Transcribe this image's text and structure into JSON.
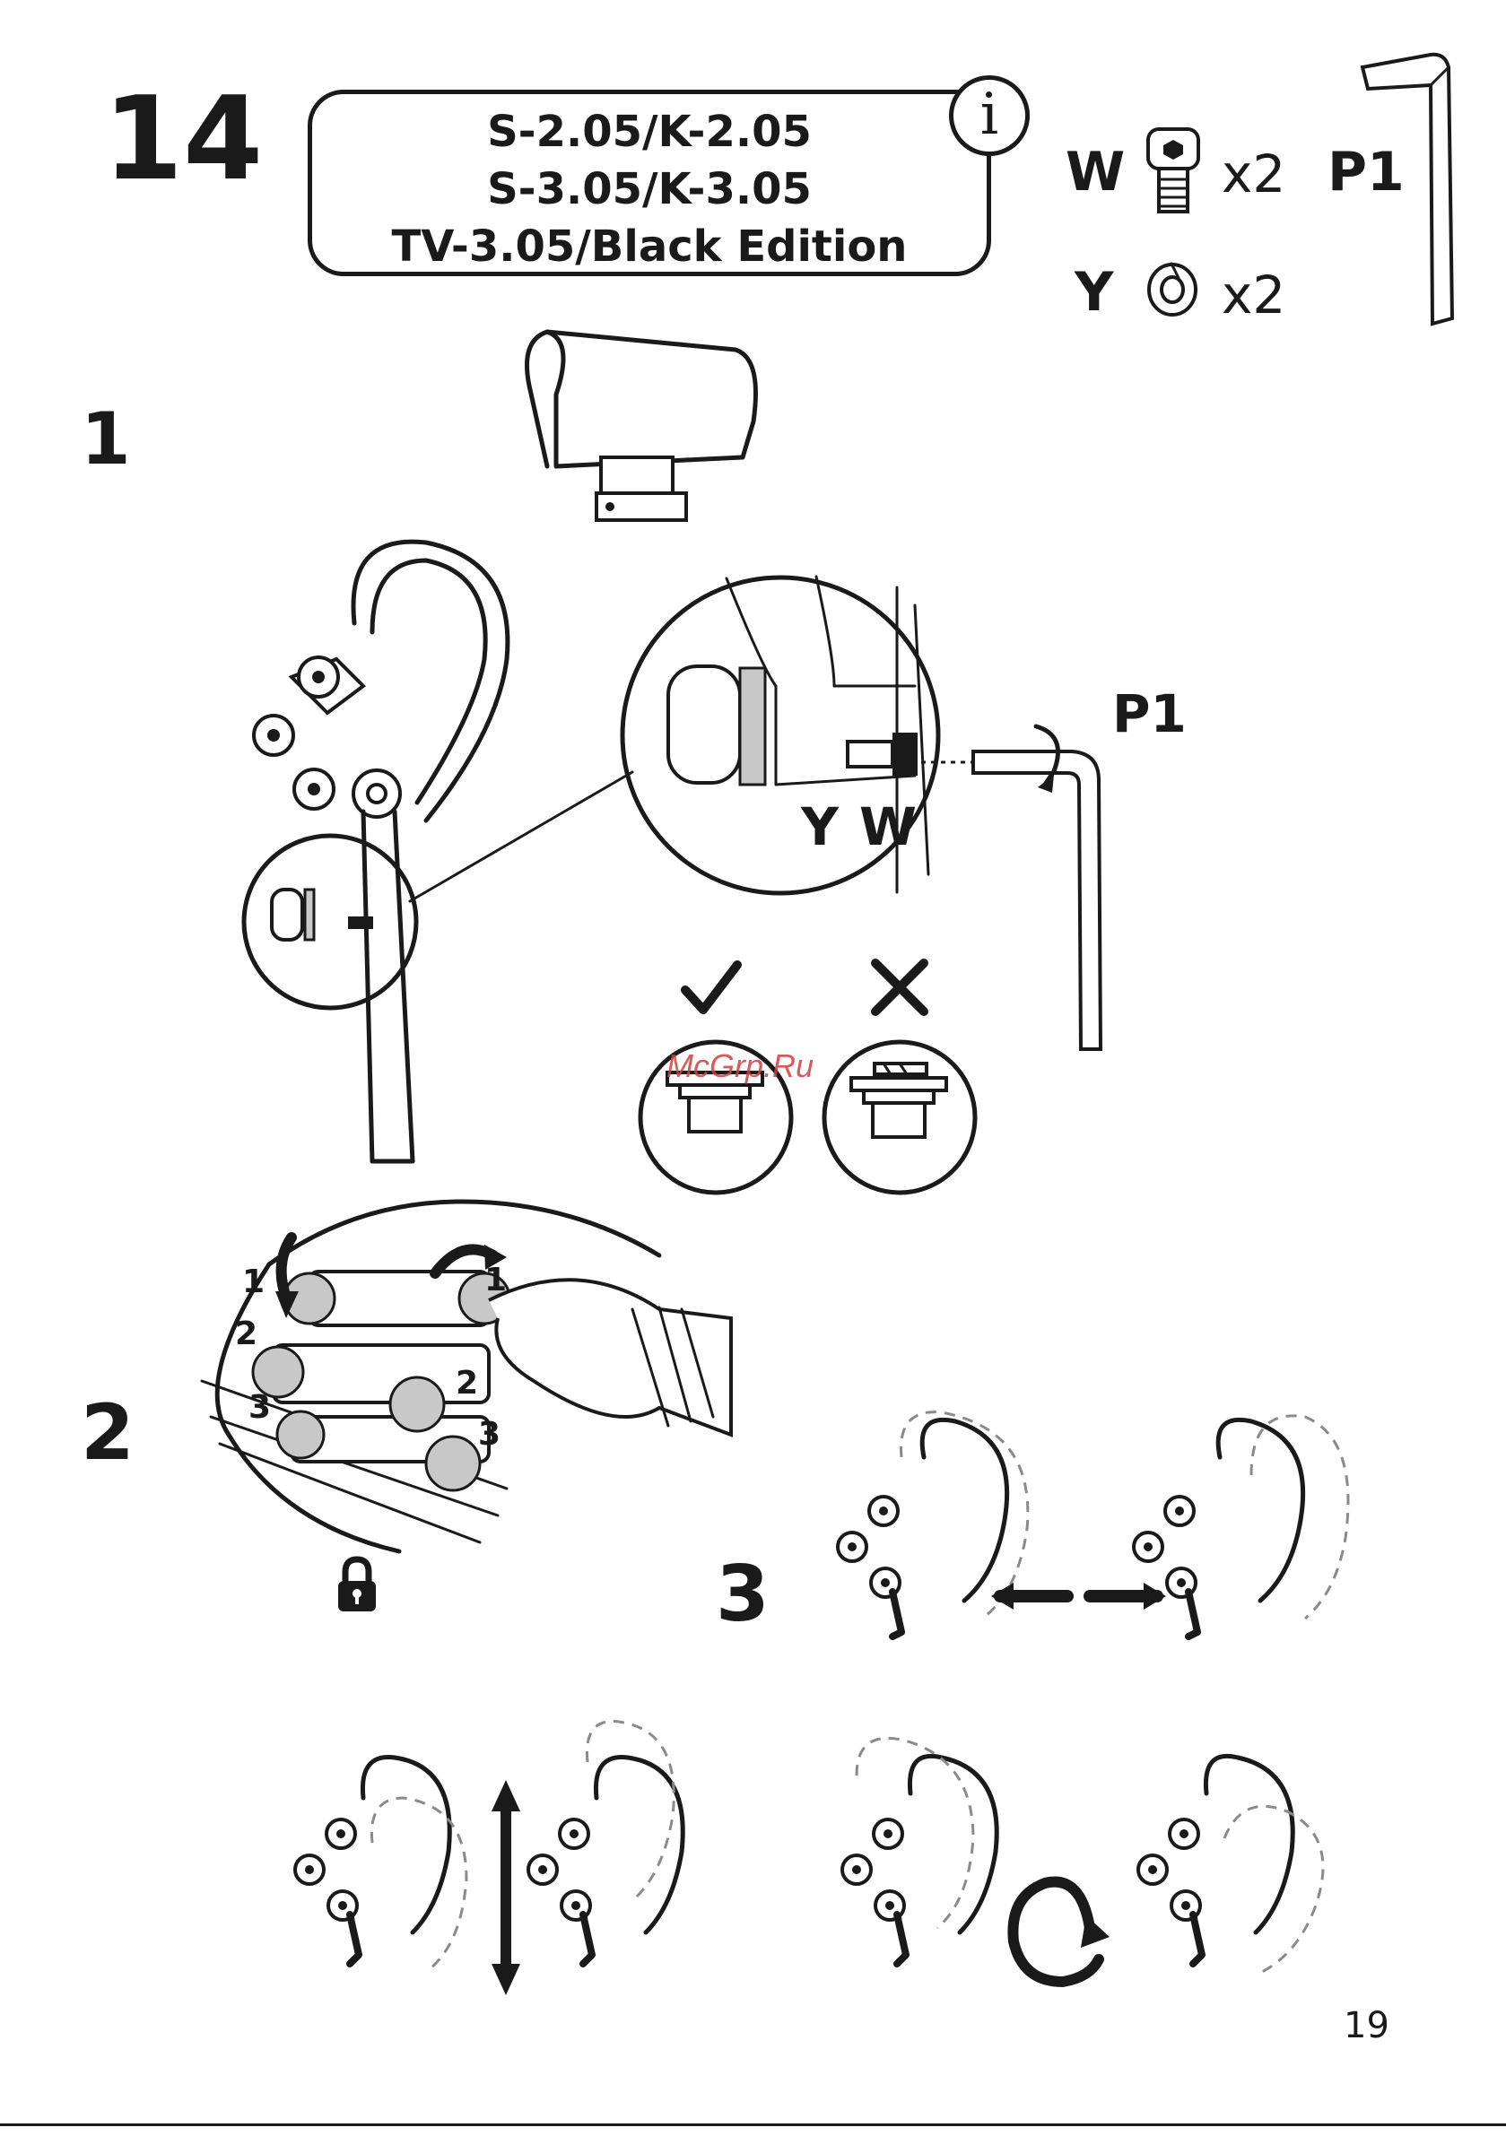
{
  "step_header": {
    "number": "14"
  },
  "info_box": {
    "line1": "S-2.05/K-2.05",
    "line2": "S-3.05/K-3.05",
    "line3": "TV-3.05/Black Edition",
    "info_icon_glyph": "i"
  },
  "parts": [
    {
      "label": "W",
      "qty": "x2",
      "icon": "hex-socket-screw-icon"
    },
    {
      "label": "Y",
      "qty": "x2",
      "icon": "spring-washer-icon"
    },
    {
      "label": "P1",
      "icon": "allen-key-icon"
    }
  ],
  "substeps": {
    "s1": "1",
    "s2": "2",
    "s3": "3"
  },
  "detail": {
    "label_y": "Y",
    "label_w": "W",
    "label_p1": "P1",
    "correct_icon": "checkmark-icon",
    "incorrect_icon": "cross-icon"
  },
  "step2_numbers": [
    "1",
    "2",
    "3",
    "1",
    "2",
    "3"
  ],
  "watermark": "McGrp.Ru",
  "page_number": "19",
  "colors": {
    "ink": "#1a1a1a",
    "dashed": "#8a8a8a",
    "watermark": "#d04040"
  }
}
